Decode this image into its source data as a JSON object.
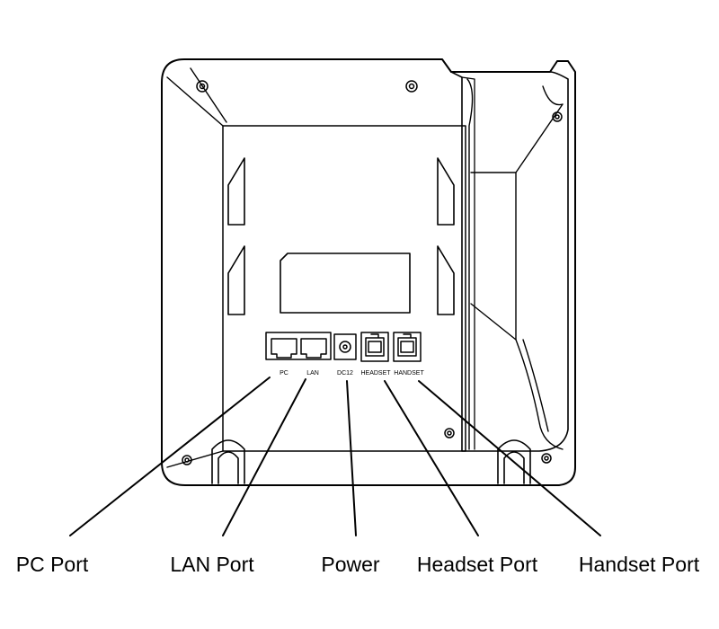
{
  "ports": [
    {
      "id": "pc",
      "label": "PC",
      "callout": "PC Port"
    },
    {
      "id": "lan",
      "label": "LAN",
      "callout": "LAN Port"
    },
    {
      "id": "power",
      "label": "DC12",
      "callout": "Power"
    },
    {
      "id": "headset",
      "label": "HEADSET",
      "callout": "Headset Port"
    },
    {
      "id": "handset",
      "label": "HANDSET",
      "callout": "Handset Port"
    }
  ],
  "colors": {
    "stroke": "#000000",
    "background": "#ffffff"
  }
}
